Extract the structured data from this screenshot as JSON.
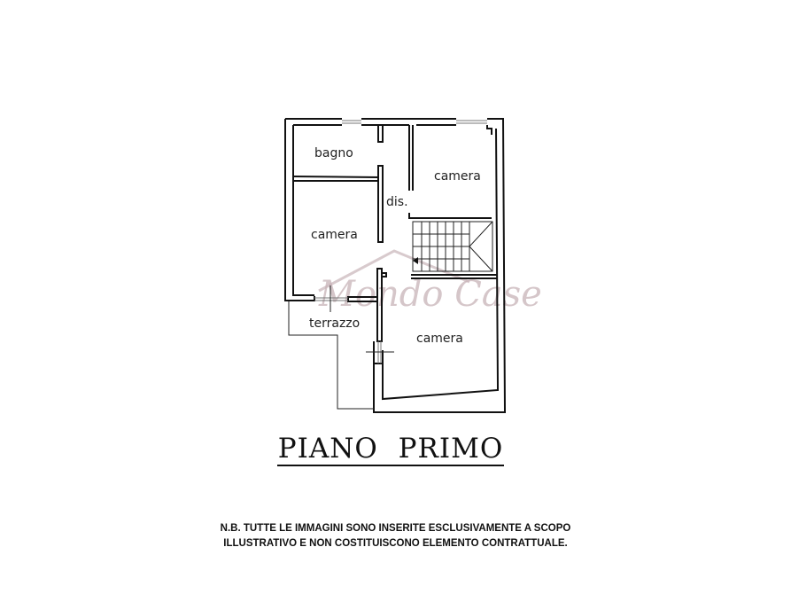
{
  "floor_plan": {
    "title": "PIANO  PRIMO",
    "rooms": [
      {
        "id": "bagno",
        "label": "bagno"
      },
      {
        "id": "camera-top-right",
        "label": "camera"
      },
      {
        "id": "dis",
        "label": "dis."
      },
      {
        "id": "camera-left",
        "label": "camera"
      },
      {
        "id": "terrazzo",
        "label": "terrazzo"
      },
      {
        "id": "camera-bottom-right",
        "label": "camera"
      }
    ],
    "watermark": "Mondo Case",
    "colors": {
      "walls": "#111111",
      "watermark": "#c8b3b8",
      "background": "#ffffff"
    }
  },
  "disclaimer": {
    "line1": "N.B. TUTTE LE IMMAGINI SONO INSERITE ESCLUSIVAMENTE A SCOPO",
    "line2": "ILLUSTRATIVO E NON COSTITUISCONO ELEMENTO CONTRATTUALE."
  }
}
